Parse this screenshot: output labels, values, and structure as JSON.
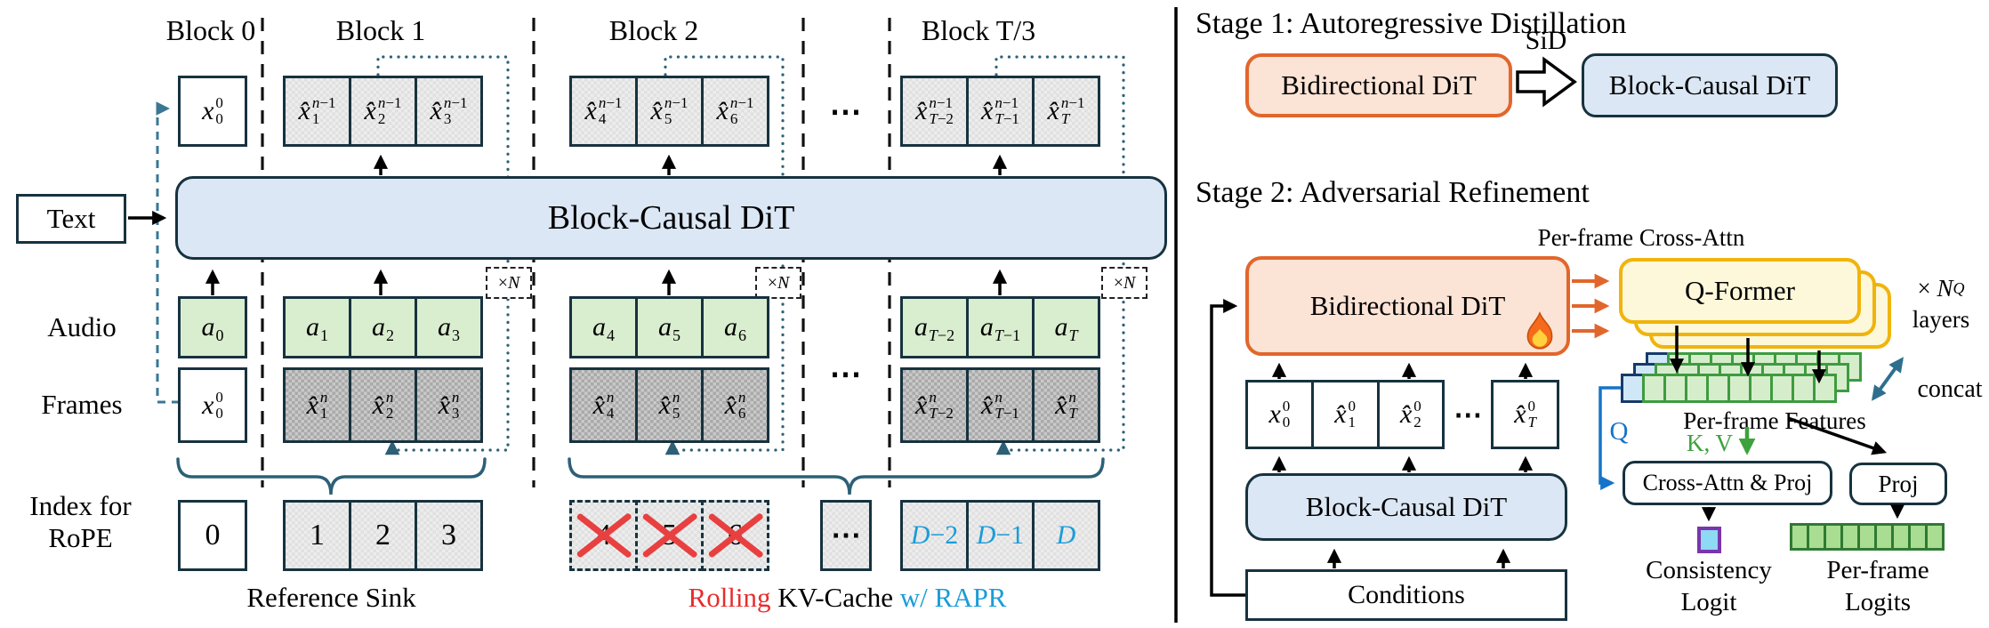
{
  "ellipsis": "⋯",
  "colors": {
    "navy_border": "#17323f",
    "light_blue": "#dbe7f5",
    "audio_green": "#d9edcf",
    "steel_blue": "#2c6076",
    "orange": "#e2662c",
    "orange_fill": "#fbe3d6",
    "yellow": "#f0b40c",
    "yellow_fill": "#fdf8da",
    "feature_green": "#d6edcc",
    "logit_green": "#a9dd92",
    "cyan": "#8ed9f4",
    "purple": "#7a35ad",
    "red": "#e82c2c",
    "rapr_blue": "#1a9cd8",
    "q_blue": "#1673c9",
    "kv_green": "#3da23d"
  },
  "left": {
    "block_labels": [
      "Block 0",
      "Block 1",
      "Block 2",
      "Block T/3"
    ],
    "dit_label": "Block-Causal DiT",
    "text_label": "Text",
    "audio_label": "Audio",
    "frames_label": "Frames",
    "rope_label_1": "Index for",
    "rope_label_2": "RoPE",
    "xn_label": "× N",
    "out0": [
      {
        "b": "x",
        "sup": "0",
        "sub": "0",
        "cls": "white"
      }
    ],
    "out1": [
      {
        "b": "x̂",
        "sup": "n−1",
        "sub": "1",
        "cls": "tex-light"
      },
      {
        "b": "x̂",
        "sup": "n−1",
        "sub": "2",
        "cls": "tex-light"
      },
      {
        "b": "x̂",
        "sup": "n−1",
        "sub": "3",
        "cls": "tex-light"
      }
    ],
    "out2": [
      {
        "b": "x̂",
        "sup": "n−1",
        "sub": "4",
        "cls": "tex-light"
      },
      {
        "b": "x̂",
        "sup": "n−1",
        "sub": "5",
        "cls": "tex-light"
      },
      {
        "b": "x̂",
        "sup": "n−1",
        "sub": "6",
        "cls": "tex-light"
      }
    ],
    "outT": [
      {
        "b": "x̂",
        "sup": "n−1",
        "sub": "T−2",
        "cls": "tex-light"
      },
      {
        "b": "x̂",
        "sup": "n−1",
        "sub": "T−1",
        "cls": "tex-light"
      },
      {
        "b": "x̂",
        "sup": "n−1",
        "sub": "T",
        "cls": "tex-light"
      }
    ],
    "aud0": [
      {
        "b": "a",
        "sub": "0",
        "cls": "green"
      }
    ],
    "aud1": [
      {
        "b": "a",
        "sub": "1",
        "cls": "green"
      },
      {
        "b": "a",
        "sub": "2",
        "cls": "green"
      },
      {
        "b": "a",
        "sub": "3",
        "cls": "green"
      }
    ],
    "aud2": [
      {
        "b": "a",
        "sub": "4",
        "cls": "green"
      },
      {
        "b": "a",
        "sub": "5",
        "cls": "green"
      },
      {
        "b": "a",
        "sub": "6",
        "cls": "green"
      }
    ],
    "audT": [
      {
        "b": "a",
        "sub": "T−2",
        "cls": "green"
      },
      {
        "b": "a",
        "sub": "T−1",
        "cls": "green"
      },
      {
        "b": "a",
        "sub": "T",
        "cls": "green"
      }
    ],
    "frm0": [
      {
        "b": "x",
        "sup": "0",
        "sub": "0",
        "cls": "white"
      }
    ],
    "frm1": [
      {
        "b": "x̂",
        "sup": "n",
        "sub": "1",
        "cls": "tex-dark"
      },
      {
        "b": "x̂",
        "sup": "n",
        "sub": "2",
        "cls": "tex-dark"
      },
      {
        "b": "x̂",
        "sup": "n",
        "sub": "3",
        "cls": "tex-dark"
      }
    ],
    "frm2": [
      {
        "b": "x̂",
        "sup": "n",
        "sub": "4",
        "cls": "tex-dark"
      },
      {
        "b": "x̂",
        "sup": "n",
        "sub": "5",
        "cls": "tex-dark"
      },
      {
        "b": "x̂",
        "sup": "n",
        "sub": "6",
        "cls": "tex-dark"
      }
    ],
    "frmT": [
      {
        "b": "x̂",
        "sup": "n",
        "sub": "T−2",
        "cls": "tex-dark"
      },
      {
        "b": "x̂",
        "sup": "n",
        "sub": "T−1",
        "cls": "tex-dark"
      },
      {
        "b": "x̂",
        "sup": "n",
        "sub": "T",
        "cls": "tex-dark"
      }
    ],
    "rope0": [
      {
        "t": "0",
        "cls": "white num"
      }
    ],
    "rope1": [
      {
        "t": "1",
        "cls": "tex-light num"
      },
      {
        "t": "2",
        "cls": "tex-light num"
      },
      {
        "t": "3",
        "cls": "tex-light num"
      }
    ],
    "rope2": [
      {
        "t": "4",
        "cls": "tex-light num dashed",
        "cross": true
      },
      {
        "t": "5",
        "cls": "tex-light num dashed",
        "cross": true
      },
      {
        "t": "6",
        "cls": "tex-light num dashed",
        "cross": true
      }
    ],
    "ropeDots": [
      {
        "t": "⋯",
        "cls": "tex-light dots"
      }
    ],
    "ropeD": [
      {
        "t": "D−2",
        "cls": "tex-light dnum"
      },
      {
        "t": "D−1",
        "cls": "tex-light dnum"
      },
      {
        "t": "D",
        "cls": "tex-light dnum"
      }
    ],
    "captions": {
      "reference_sink": "Reference Sink",
      "rolling": "Rolling",
      "kv_cache": " KV-Cache ",
      "rapr": "w/ RAPR"
    }
  },
  "right": {
    "stage1": {
      "title": "Stage 1: Autoregressive Distillation",
      "bidirectional": "Bidirectional DiT",
      "sid": "SiD",
      "block_causal": "Block-Causal DiT"
    },
    "stage2": {
      "title": "Stage 2: Adversarial Refinement",
      "perframe_cross_attn": "Per-frame Cross-Attn",
      "bidirectional": "Bidirectional DiT",
      "qformer": "Q-Former",
      "nq_prefix": "× N",
      "nq_sub": "Q",
      "nq_layers": "layers",
      "concat": "concat",
      "features_label": "Per-frame Features",
      "q": "Q",
      "kv": "K, V",
      "cross_attn_proj": "Cross-Attn & Proj",
      "proj": "Proj",
      "consistency": [
        "Consistency",
        "Logit"
      ],
      "perframe_logits": [
        "Per-frame",
        "Logits"
      ],
      "tokens": [
        {
          "b": "x",
          "sup": "0",
          "sub": "0",
          "cls": "white"
        },
        {
          "b": "x̂",
          "sup": "0",
          "sub": "1",
          "cls": "white"
        },
        {
          "b": "x̂",
          "sup": "0",
          "sub": "2",
          "cls": "white"
        },
        {
          "t": "⋯",
          "cls": "nob"
        },
        {
          "b": "x̂",
          "sup": "0",
          "sub": "T",
          "cls": "white"
        }
      ],
      "dit_label": "Block-Causal DiT",
      "conditions": "Conditions",
      "features_rows": 3,
      "features_cols": 9,
      "logits_cells": 9
    }
  }
}
